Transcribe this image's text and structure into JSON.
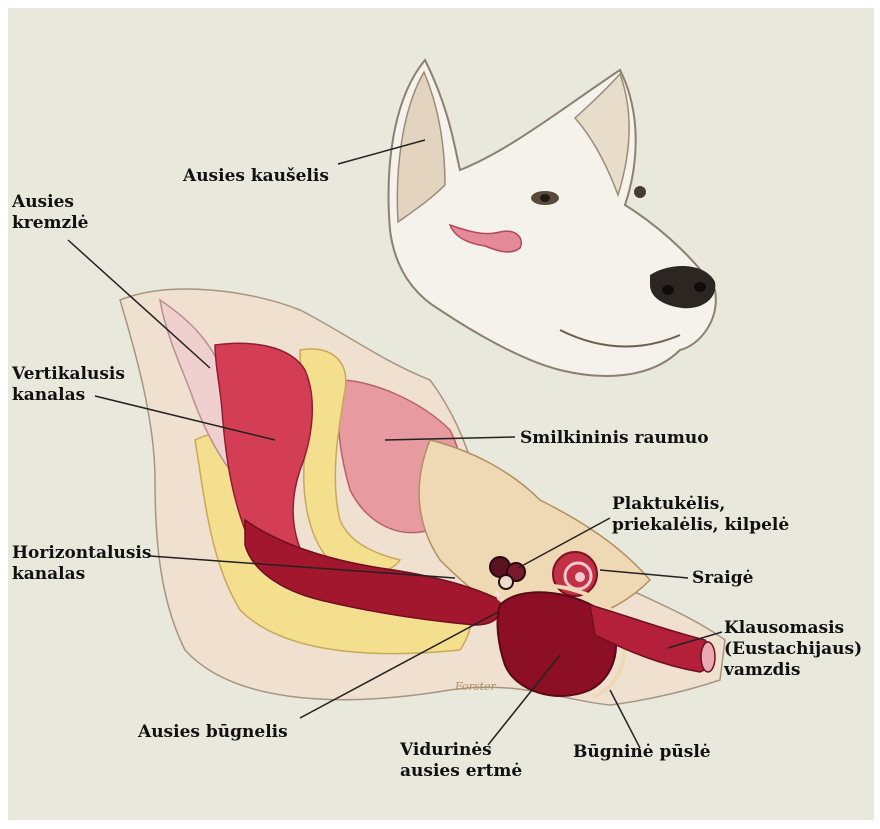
{
  "colors": {
    "background": "#e9e8dc",
    "tissue_red": "#b8203a",
    "fat_yellow": "#f3df8e",
    "bone": "#efd9b4",
    "muscle": "#e79aa0",
    "skin_pink": "#efc3c3",
    "leader_line": "#222222"
  },
  "labels": {
    "pinna": "Ausies kaušelis",
    "cartilage_1": "Ausies",
    "cartilage_2": "kremzlė",
    "vertical_1": "Vertikalusis",
    "vertical_2": "kanalas",
    "temporal_muscle": "Smilkininis raumuo",
    "ossicles_1": "Plaktukėlis,",
    "ossicles_2": "priekalėlis, kilpelė",
    "horizontal_1": "Horizontalusis",
    "horizontal_2": "kanalas",
    "cochlea": "Sraigė",
    "eustachian_1": "Klausomasis",
    "eustachian_2": "(Eustachijaus)",
    "eustachian_3": "vamzdis",
    "eardrum": "Ausies būgnelis",
    "middle_ear_1": "Vidurinės",
    "middle_ear_2": "ausies ertmė",
    "tympanic_bulla": "Būgninė pūslė",
    "signature": "Forster"
  }
}
